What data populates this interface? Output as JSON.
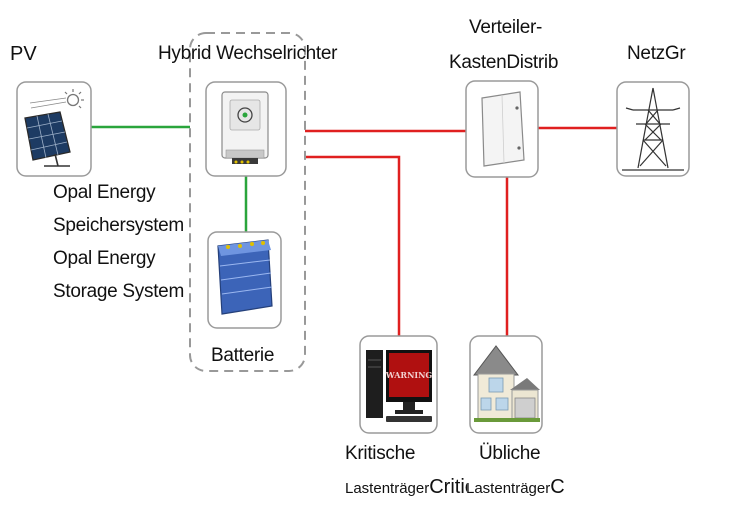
{
  "labels": {
    "pv": "PV",
    "hybrid": "Hybrid Wechselrichter",
    "distrib_line1": "Verteiler-",
    "distrib_line2": "KastenDistrib",
    "grid": "NetzGr",
    "system_lines": [
      "Opal Energy",
      "Speichersystem",
      "Opal Energy",
      "Storage System"
    ],
    "battery": "Batterie",
    "critical_load_line1": "Kritische",
    "critical_load_small": "Lastenträger",
    "critical_load_big": "Critic",
    "common_load_line1": "Übliche",
    "common_load_small": "Lastenträger",
    "common_load_big": "C"
  },
  "monitor_text": "WARNING",
  "colors": {
    "ac_line": "#e02020",
    "dc_line": "#2aa53c",
    "box_border": "#9a9a9a",
    "dashed_group": "#999999"
  }
}
